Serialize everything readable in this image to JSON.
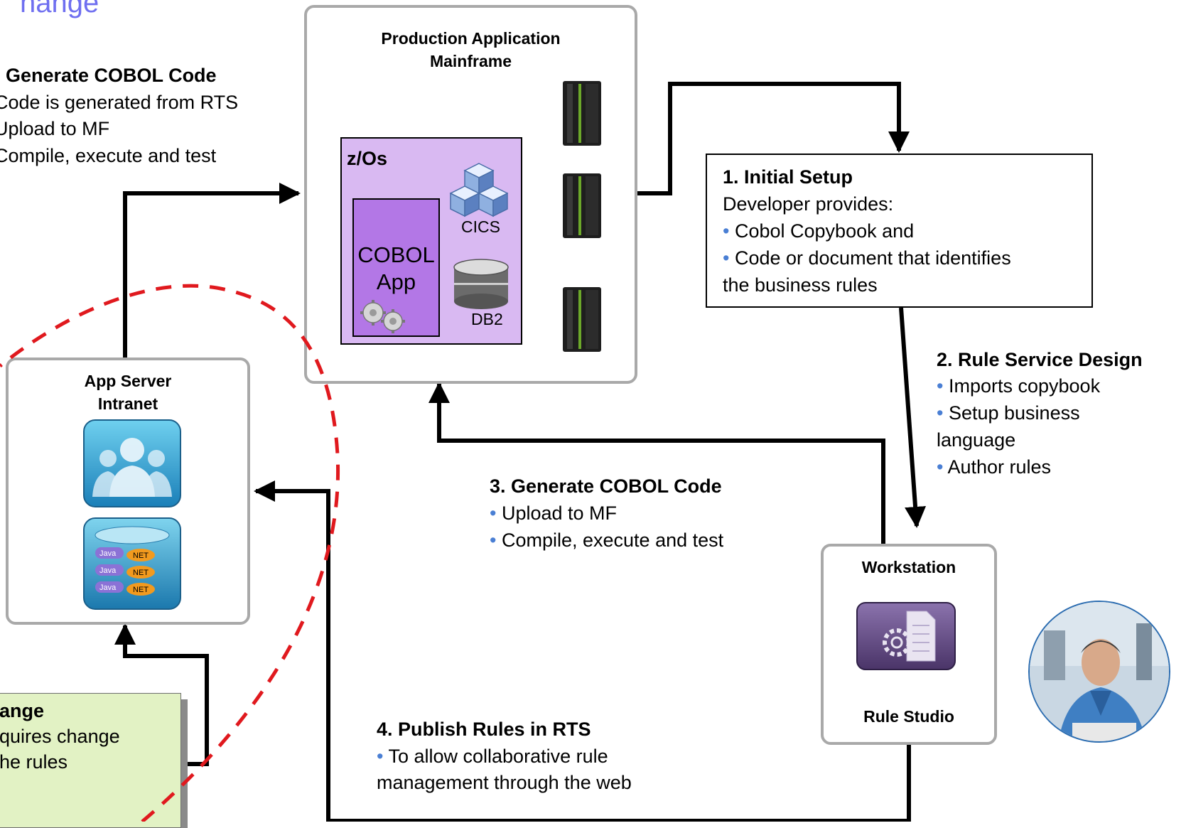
{
  "title_fragment": "hange",
  "top_left_step": {
    "heading": "Generate COBOL Code",
    "lines": [
      "Code is generated from RTS",
      "Upload to MF",
      "Compile, execute and test"
    ]
  },
  "mainframe_box": {
    "title_line1": "Production Application",
    "title_line2": "Mainframe",
    "zos_label": "z/Os",
    "cics_label": "CICS",
    "cobol_line1": "COBOL",
    "cobol_line2": "App",
    "db2_label": "DB2"
  },
  "app_server_box": {
    "title_line1": "App Server",
    "title_line2": "Intranet",
    "chip_labels": [
      "Java",
      "NET"
    ]
  },
  "workstation_box": {
    "title": "Workstation",
    "caption": "Rule Studio"
  },
  "step1": {
    "heading": "1. Initial Setup",
    "intro": "Developer provides:",
    "bullets": [
      "Cobol Copybook and",
      "Code or document that identifies"
    ],
    "continuation": "the business rules"
  },
  "step2": {
    "heading": "2. Rule Service Design",
    "bullet1": "Imports copybook",
    "bullet2": "Setup business",
    "bullet2_cont": "language",
    "bullet3": "Author rules"
  },
  "step3": {
    "heading": "3. Generate COBOL Code",
    "bullets": [
      "Upload to MF",
      "Compile, execute and test"
    ]
  },
  "step4": {
    "heading": "4. Publish Rules in RTS",
    "bullet": "To allow collaborative rule",
    "continuation": "management through the web"
  },
  "change_box": {
    "heading": "ange",
    "line1": "quires change",
    "line2": "he rules"
  },
  "colors": {
    "title": "#6f6ff0",
    "bullet": "#4a7fd4",
    "zos_fill": "#d9b9f2",
    "cobol_fill": "#b377e6",
    "change_fill": "#e2f2c4",
    "dashed_circle": "#e0191e"
  }
}
